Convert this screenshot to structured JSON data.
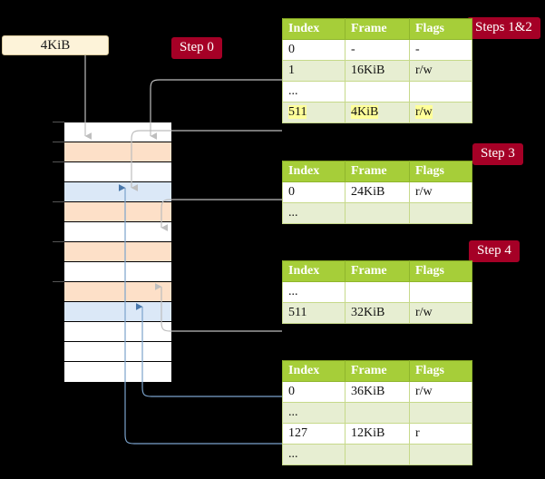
{
  "diagram": {
    "title_hidden": "",
    "background_color": "#000000",
    "accent_badge_color": "#a50026",
    "table_header_color": "#a6ce39",
    "table_alt_row_color": "#e7eed2",
    "highlight_color": "#ffff99",
    "memory_orange": "#fde0c8",
    "memory_blue": "#dbe8f7",
    "source_box_color": "#fdf3d9"
  },
  "source_box": {
    "label": "4KiB"
  },
  "badges": [
    {
      "id": "step-0",
      "label": "Step 0"
    },
    {
      "id": "steps-1-2",
      "label": "Steps 1&2"
    },
    {
      "id": "step-3",
      "label": "Step 3"
    },
    {
      "id": "step-4",
      "label": "Step 4"
    }
  ],
  "tables": [
    {
      "id": "page-table-1",
      "columns": [
        "Index",
        "Frame",
        "Flags"
      ],
      "rows": [
        {
          "index": "0",
          "frame": "-",
          "flags": "-",
          "alt": false,
          "highlight": false
        },
        {
          "index": "1",
          "frame": "16KiB",
          "flags": "r/w",
          "alt": true,
          "highlight": false
        },
        {
          "index": "...",
          "frame": "",
          "flags": "",
          "alt": false,
          "highlight": false
        },
        {
          "index": "511",
          "frame": "4KiB",
          "flags": "r/w",
          "alt": true,
          "highlight": true
        }
      ]
    },
    {
      "id": "page-table-2",
      "columns": [
        "Index",
        "Frame",
        "Flags"
      ],
      "rows": [
        {
          "index": "0",
          "frame": "24KiB",
          "flags": "r/w",
          "alt": false,
          "highlight": false
        },
        {
          "index": "...",
          "frame": "",
          "flags": "",
          "alt": true,
          "highlight": false
        }
      ]
    },
    {
      "id": "page-table-3",
      "columns": [
        "Index",
        "Frame",
        "Flags"
      ],
      "rows": [
        {
          "index": "...",
          "frame": "",
          "flags": "",
          "alt": false,
          "highlight": false
        },
        {
          "index": "511",
          "frame": "32KiB",
          "flags": "r/w",
          "alt": true,
          "highlight": false
        }
      ]
    },
    {
      "id": "page-table-4",
      "columns": [
        "Index",
        "Frame",
        "Flags"
      ],
      "rows": [
        {
          "index": "0",
          "frame": "36KiB",
          "flags": "r/w",
          "alt": false,
          "highlight": false
        },
        {
          "index": "...",
          "frame": "",
          "flags": "",
          "alt": true,
          "highlight": false
        },
        {
          "index": "127",
          "frame": "12KiB",
          "flags": "r",
          "alt": false,
          "highlight": false
        },
        {
          "index": "...",
          "frame": "",
          "flags": "",
          "alt": true,
          "highlight": false
        }
      ]
    }
  ],
  "memory": {
    "row_count": 13,
    "rows": [
      {
        "i": 0,
        "fill": "white"
      },
      {
        "i": 1,
        "fill": "orange"
      },
      {
        "i": 2,
        "fill": "white"
      },
      {
        "i": 3,
        "fill": "blue"
      },
      {
        "i": 4,
        "fill": "orange"
      },
      {
        "i": 5,
        "fill": "white"
      },
      {
        "i": 6,
        "fill": "orange"
      },
      {
        "i": 7,
        "fill": "white"
      },
      {
        "i": 8,
        "fill": "orange"
      },
      {
        "i": 9,
        "fill": "blue"
      },
      {
        "i": 10,
        "fill": "white"
      },
      {
        "i": 11,
        "fill": "white"
      },
      {
        "i": 12,
        "fill": "white"
      }
    ]
  }
}
